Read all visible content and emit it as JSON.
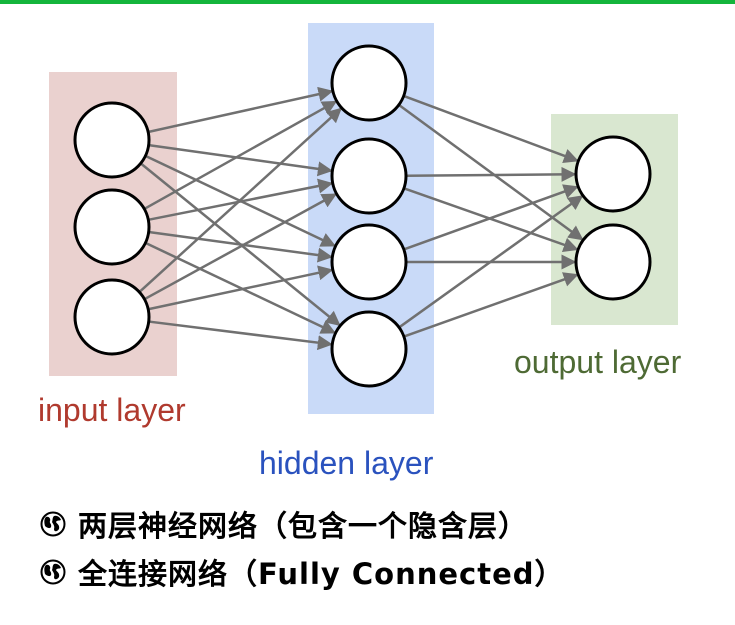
{
  "colors": {
    "top_bar": "#14b53c",
    "input_layer_bg": "#ead1cf",
    "hidden_layer_bg": "#c9daf8",
    "output_layer_bg": "#d9e7d0",
    "input_label": "#b03a2e",
    "hidden_label": "#2a52be",
    "output_label": "#4e6a34",
    "edge": "#707070",
    "node_fill": "#ffffff",
    "node_stroke": "#000000"
  },
  "diagram": {
    "layers": [
      {
        "id": "input",
        "label": "input layer",
        "neurons": 3
      },
      {
        "id": "hidden",
        "label": "hidden layer",
        "neurons": 4
      },
      {
        "id": "output",
        "label": "output layer",
        "neurons": 2
      }
    ],
    "connectivity": "fully-connected"
  },
  "bullets": [
    {
      "icon": "globe-icon",
      "text": "两层神经网络（包含一个隐含层）"
    },
    {
      "icon": "globe-icon",
      "text": "全连接网络（Fully Connected）"
    }
  ]
}
